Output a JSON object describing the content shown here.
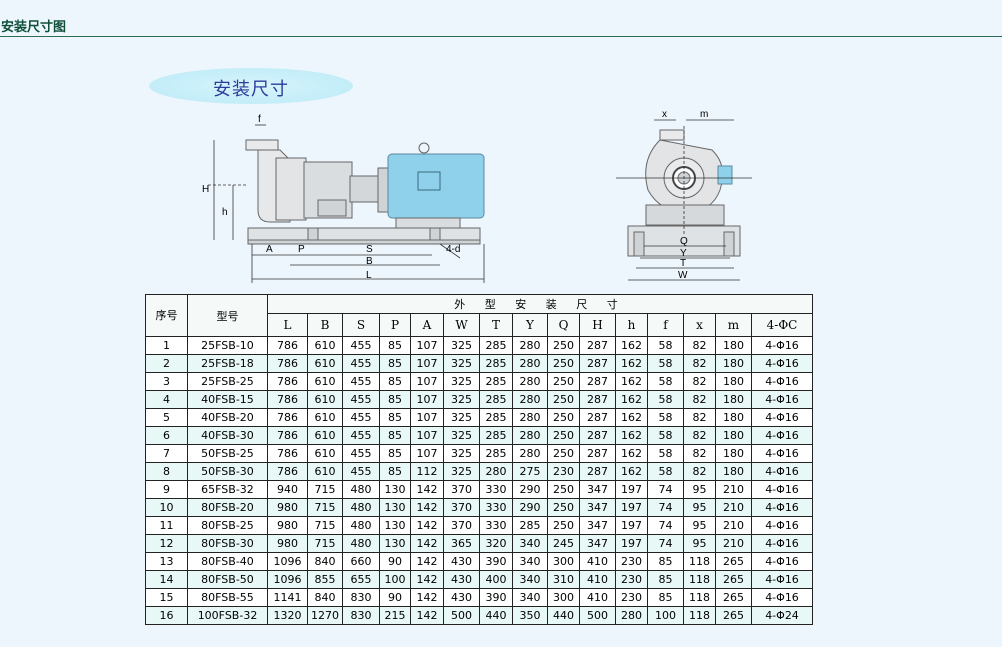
{
  "section": {
    "title": "安装尺寸图"
  },
  "badge": {
    "text": "安装尺寸"
  },
  "diagram_labels": {
    "side": {
      "f": "f",
      "H": "H",
      "h": "h",
      "A": "A",
      "P": "P",
      "S": "S",
      "B": "B",
      "L": "L",
      "d": "4-d"
    },
    "front": {
      "x": "x",
      "m": "m",
      "Q": "Q",
      "Y": "Y",
      "T": "T",
      "W": "W"
    }
  },
  "colors": {
    "motor": "#8fd0ea",
    "title": "#0f4f3a",
    "badge_text": "#2b3d9a"
  },
  "table": {
    "seq_header": "序号",
    "model_header": "型号",
    "group_header": "外 型 安 装 尺 寸",
    "columns": [
      "L",
      "B",
      "S",
      "P",
      "A",
      "W",
      "T",
      "Y",
      "Q",
      "H",
      "h",
      "f",
      "x",
      "m",
      "4-ΦC"
    ],
    "rows": [
      [
        "1",
        "25FSB-10",
        "786",
        "610",
        "455",
        "85",
        "107",
        "325",
        "285",
        "280",
        "250",
        "287",
        "162",
        "58",
        "82",
        "180",
        "4-Φ16"
      ],
      [
        "2",
        "25FSB-18",
        "786",
        "610",
        "455",
        "85",
        "107",
        "325",
        "285",
        "280",
        "250",
        "287",
        "162",
        "58",
        "82",
        "180",
        "4-Φ16"
      ],
      [
        "3",
        "25FSB-25",
        "786",
        "610",
        "455",
        "85",
        "107",
        "325",
        "285",
        "280",
        "250",
        "287",
        "162",
        "58",
        "82",
        "180",
        "4-Φ16"
      ],
      [
        "4",
        "40FSB-15",
        "786",
        "610",
        "455",
        "85",
        "107",
        "325",
        "285",
        "280",
        "250",
        "287",
        "162",
        "58",
        "82",
        "180",
        "4-Φ16"
      ],
      [
        "5",
        "40FSB-20",
        "786",
        "610",
        "455",
        "85",
        "107",
        "325",
        "285",
        "280",
        "250",
        "287",
        "162",
        "58",
        "82",
        "180",
        "4-Φ16"
      ],
      [
        "6",
        "40FSB-30",
        "786",
        "610",
        "455",
        "85",
        "107",
        "325",
        "285",
        "280",
        "250",
        "287",
        "162",
        "58",
        "82",
        "180",
        "4-Φ16"
      ],
      [
        "7",
        "50FSB-25",
        "786",
        "610",
        "455",
        "85",
        "107",
        "325",
        "285",
        "280",
        "250",
        "287",
        "162",
        "58",
        "82",
        "180",
        "4-Φ16"
      ],
      [
        "8",
        "50FSB-30",
        "786",
        "610",
        "455",
        "85",
        "112",
        "325",
        "280",
        "275",
        "230",
        "287",
        "162",
        "58",
        "82",
        "180",
        "4-Φ16"
      ],
      [
        "9",
        "65FSB-32",
        "940",
        "715",
        "480",
        "130",
        "142",
        "370",
        "330",
        "290",
        "250",
        "347",
        "197",
        "74",
        "95",
        "210",
        "4-Φ16"
      ],
      [
        "10",
        "80FSB-20",
        "980",
        "715",
        "480",
        "130",
        "142",
        "370",
        "330",
        "290",
        "250",
        "347",
        "197",
        "74",
        "95",
        "210",
        "4-Φ16"
      ],
      [
        "11",
        "80FSB-25",
        "980",
        "715",
        "480",
        "130",
        "142",
        "370",
        "330",
        "285",
        "250",
        "347",
        "197",
        "74",
        "95",
        "210",
        "4-Φ16"
      ],
      [
        "12",
        "80FSB-30",
        "980",
        "715",
        "480",
        "130",
        "142",
        "365",
        "320",
        "340",
        "245",
        "347",
        "197",
        "74",
        "95",
        "210",
        "4-Φ16"
      ],
      [
        "13",
        "80FSB-40",
        "1096",
        "840",
        "660",
        "90",
        "142",
        "430",
        "390",
        "340",
        "300",
        "410",
        "230",
        "85",
        "118",
        "265",
        "4-Φ16"
      ],
      [
        "14",
        "80FSB-50",
        "1096",
        "855",
        "655",
        "100",
        "142",
        "430",
        "400",
        "340",
        "310",
        "410",
        "230",
        "85",
        "118",
        "265",
        "4-Φ16"
      ],
      [
        "15",
        "80FSB-55",
        "1141",
        "840",
        "830",
        "90",
        "142",
        "430",
        "390",
        "340",
        "300",
        "410",
        "230",
        "85",
        "118",
        "265",
        "4-Φ16"
      ],
      [
        "16",
        "100FSB-32",
        "1320",
        "1270",
        "830",
        "215",
        "142",
        "500",
        "440",
        "350",
        "440",
        "500",
        "280",
        "100",
        "118",
        "265",
        "4-Φ24"
      ]
    ]
  }
}
